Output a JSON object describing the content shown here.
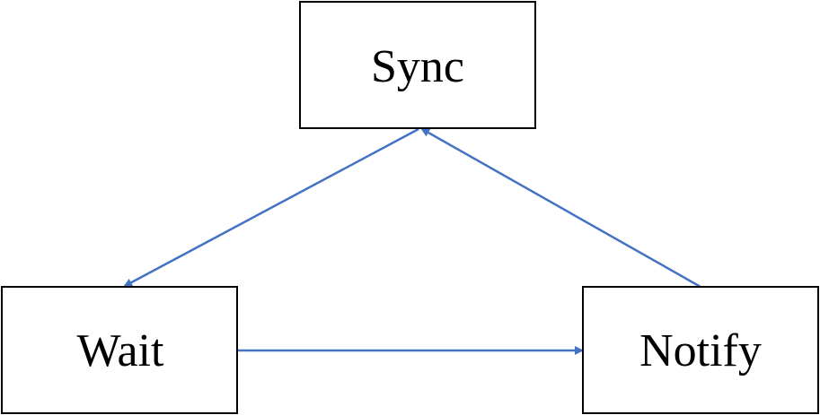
{
  "diagram": {
    "colors": {
      "edge": "#4472C4",
      "box_border": "#000000",
      "text": "#000000"
    },
    "nodes": [
      {
        "id": "sync",
        "label": "Sync"
      },
      {
        "id": "wait",
        "label": "Wait"
      },
      {
        "id": "notify",
        "label": "Notify"
      }
    ],
    "edges": [
      {
        "from": "sync",
        "to": "wait"
      },
      {
        "from": "wait",
        "to": "notify"
      },
      {
        "from": "notify",
        "to": "sync"
      }
    ]
  }
}
